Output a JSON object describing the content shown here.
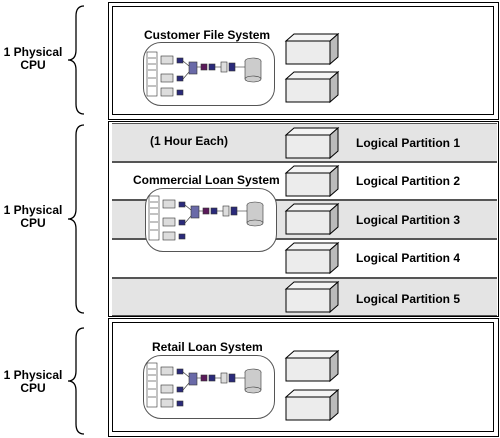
{
  "cpu_groups": [
    {
      "label": "1 Physical CPU"
    },
    {
      "label": "1 Physical CPU"
    },
    {
      "label": "1 Physical CPU"
    }
  ],
  "systems": {
    "customer_file": "Customer File System",
    "commercial_loan": "Commercial Loan System",
    "retail_loan": "Retail Loan System"
  },
  "time_slice": "(1 Hour Each)",
  "partitions": [
    {
      "label": "Logical Partition 1"
    },
    {
      "label": "Logical Partition 2"
    },
    {
      "label": "Logical Partition 3"
    },
    {
      "label": "Logical Partition 4"
    },
    {
      "label": "Logical Partition 5"
    }
  ],
  "colors": {
    "band_gray": "#e4e4e4",
    "box_face": "#ececec"
  }
}
